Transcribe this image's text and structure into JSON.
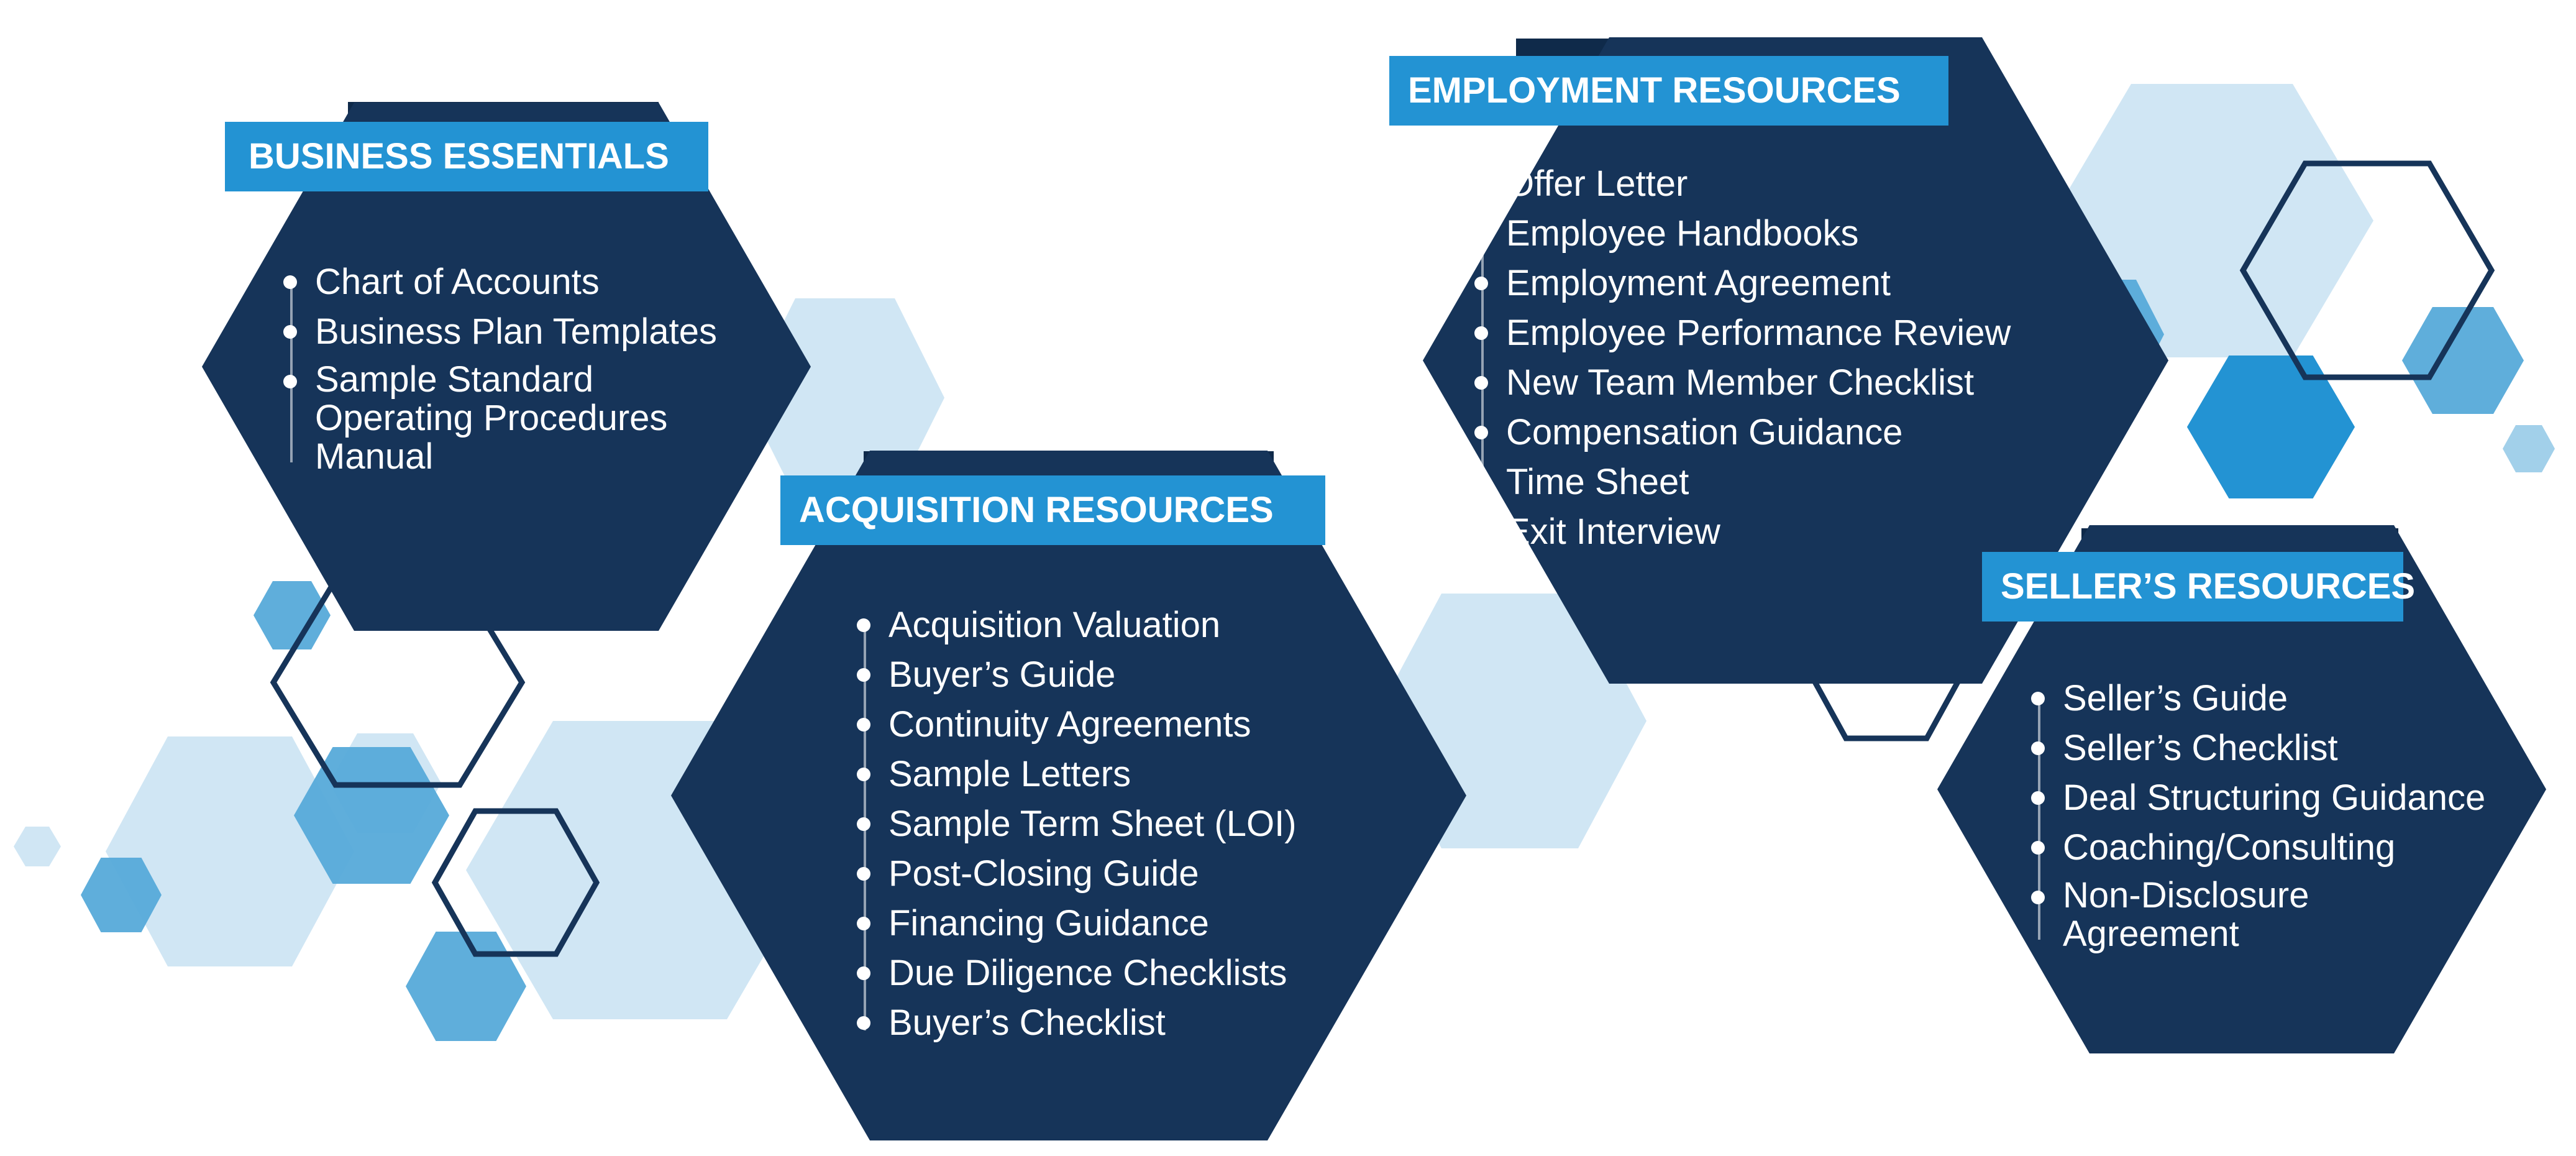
{
  "colors": {
    "navy": "#163459",
    "dark_header": "#0f2a4a",
    "accent": "#2393d3",
    "mid_blue": "#56aad9",
    "light_blue": "#d0e6f4",
    "outline": "#163459"
  },
  "panels": {
    "business": {
      "title": "BUSINESS ESSENTIALS",
      "items": [
        "Chart of Accounts",
        "Business Plan Templates",
        "Sample Standard Operating Procedures Manual"
      ]
    },
    "acquisition": {
      "title": "ACQUISITION RESOURCES",
      "items": [
        "Acquisition Valuation",
        "Buyer’s Guide",
        "Continuity Agreements",
        "Sample Letters",
        "Sample Term Sheet (LOI)",
        "Post-Closing Guide",
        "Financing Guidance",
        "Due Diligence Checklists",
        "Buyer’s Checklist"
      ]
    },
    "employment": {
      "title": "EMPLOYMENT RESOURCES",
      "items": [
        "Offer Letter",
        "Employee Handbooks",
        "Employment Agreement",
        "Employee Performance Review",
        "New Team Member Checklist",
        "Compensation Guidance",
        "Time Sheet",
        "Exit Interview"
      ]
    },
    "seller": {
      "title": "SELLER’S RESOURCES",
      "items": [
        "Seller’s Guide",
        "Seller’s Checklist",
        "Deal Structuring Guidance",
        "Coaching/Consulting",
        "Non-Disclosure Agreement"
      ]
    }
  }
}
